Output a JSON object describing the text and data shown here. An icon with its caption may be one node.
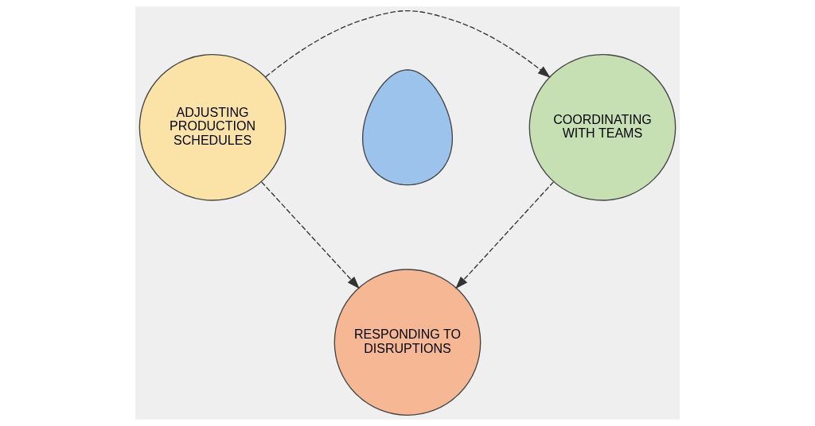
{
  "diagram": {
    "nodes": [
      {
        "text": [
          "ADJUSTING PRODUCTION SCHEDULES"
        ]
      },
      {
        "text": [],
        "shape": "person"
      },
      {
        "text": [
          "COORDINATING WITH TEAMS"
        ]
      },
      {
        "text": [
          "RESPONDING TO DISRUPTIONS"
        ]
      }
    ],
    "edges": [
      {
        "from": 0,
        "to": 2,
        "arrow": "to",
        "style": "dashed"
      },
      {
        "from": 0,
        "to": 3,
        "arrow": "to",
        "style": "dashed"
      },
      {
        "from": 2,
        "to": 3,
        "arrow": "to",
        "style": "dashed"
      }
    ]
  }
}
